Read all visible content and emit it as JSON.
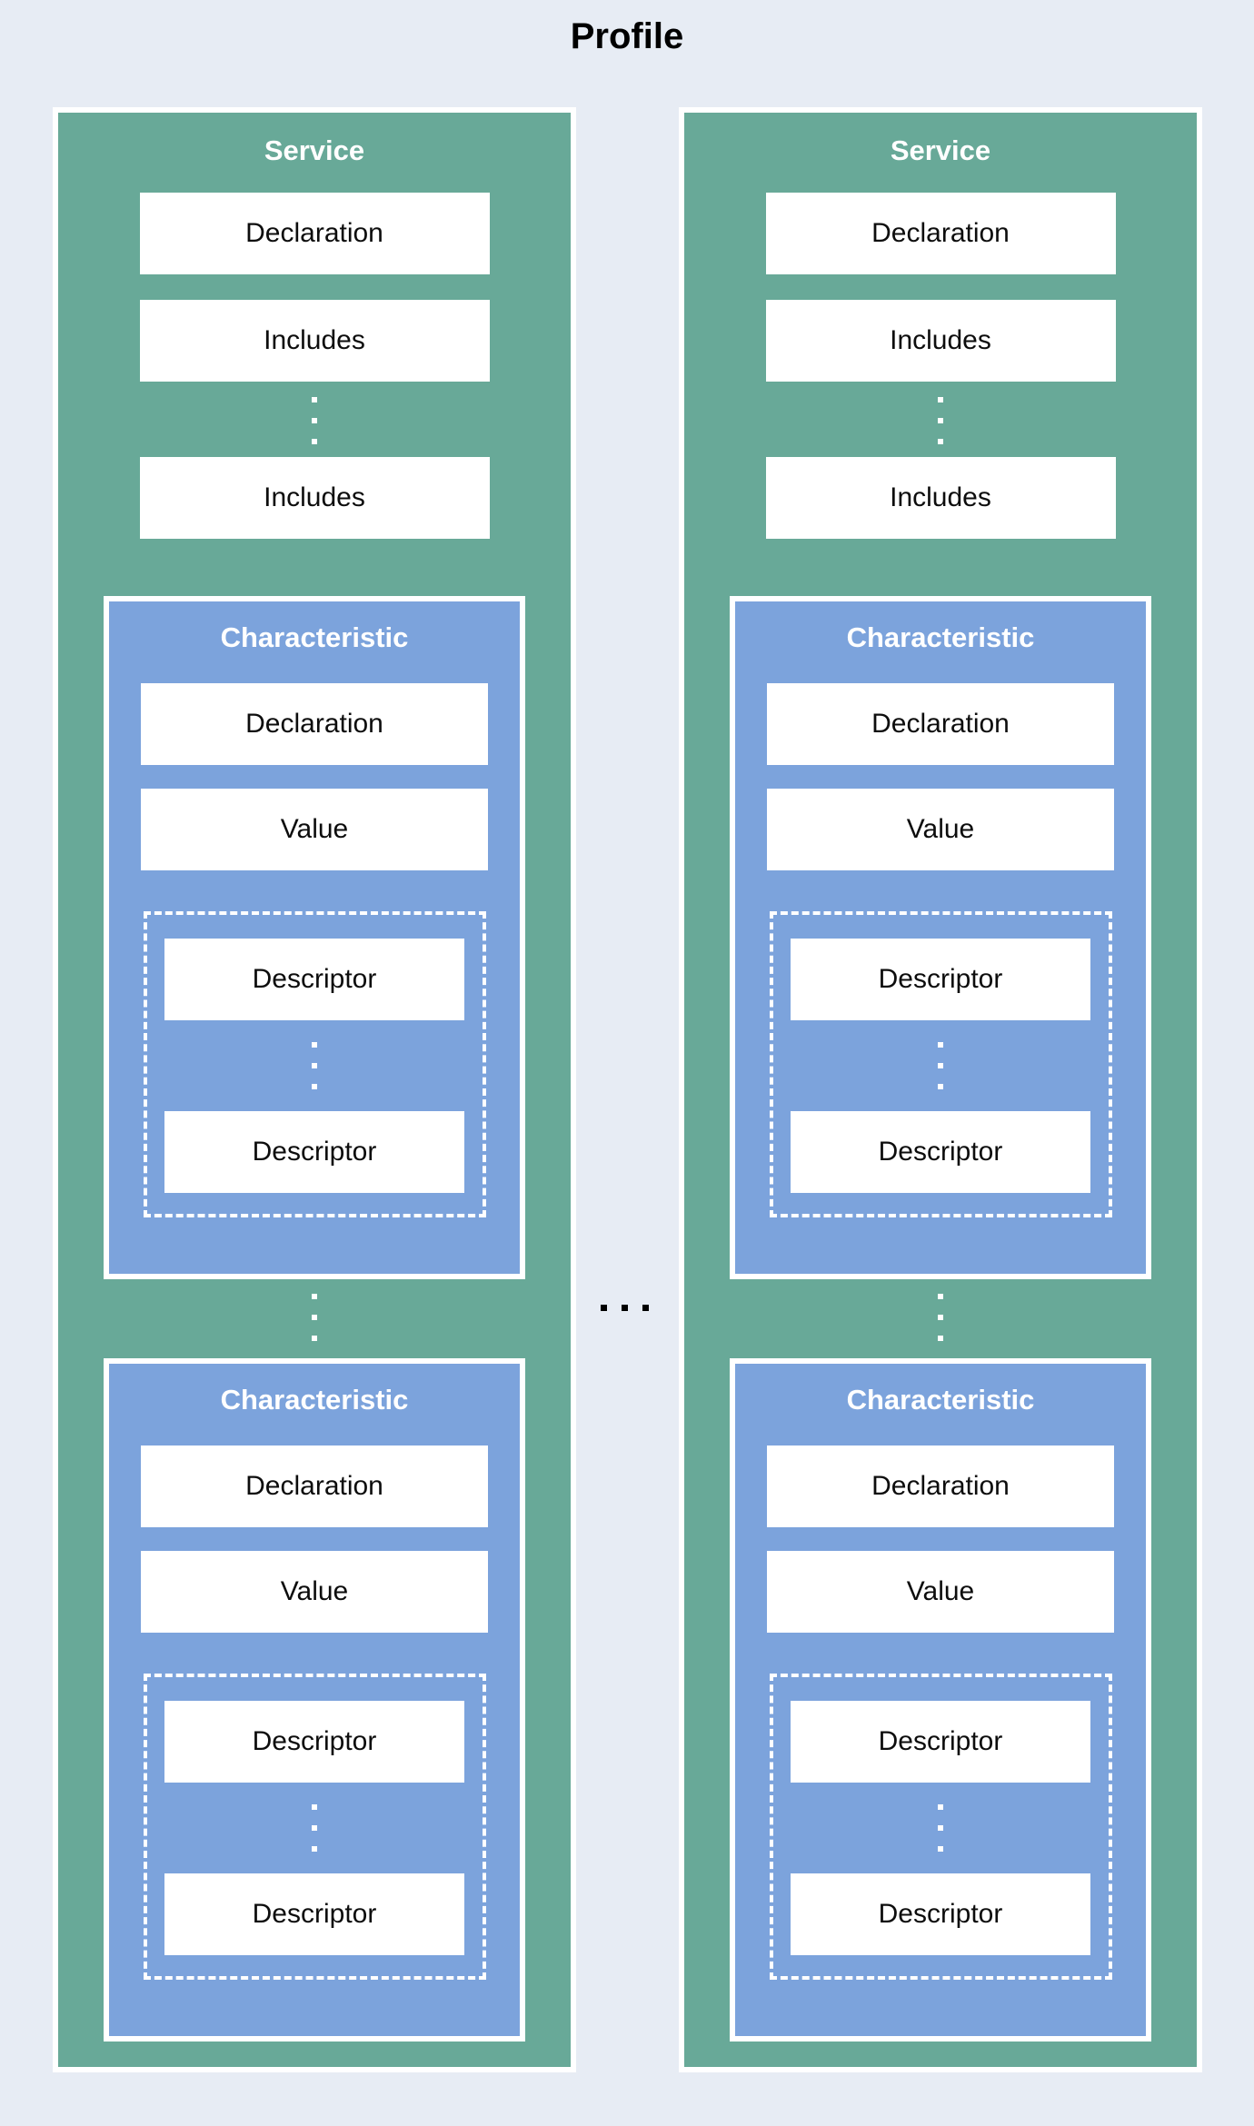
{
  "title": "Profile",
  "colors": {
    "background": "#e7ecf4",
    "service_fill": "#68a998",
    "characteristic_fill": "#7ca3dc",
    "box_fill": "#ffffff",
    "border": "#ffffff",
    "title_text": "#000000",
    "header_text": "#ffffff",
    "box_text": "#0d0d0d",
    "ellipsis_dot": "#000000"
  },
  "icons": {
    "vertical_ellipsis": "vertical dotted ellipsis (3 square dots)",
    "horizontal_ellipsis": "horizontal ellipsis (3 square dots)"
  },
  "services": [
    {
      "title": "Service",
      "declaration": "Declaration",
      "includes": [
        "Includes",
        "Includes"
      ],
      "characteristics": [
        {
          "title": "Characteristic",
          "declaration": "Declaration",
          "value": "Value",
          "descriptors": [
            "Descriptor",
            "Descriptor"
          ]
        },
        {
          "title": "Characteristic",
          "declaration": "Declaration",
          "value": "Value",
          "descriptors": [
            "Descriptor",
            "Descriptor"
          ]
        }
      ]
    },
    {
      "title": "Service",
      "declaration": "Declaration",
      "includes": [
        "Includes",
        "Includes"
      ],
      "characteristics": [
        {
          "title": "Characteristic",
          "declaration": "Declaration",
          "value": "Value",
          "descriptors": [
            "Descriptor",
            "Descriptor"
          ]
        },
        {
          "title": "Characteristic",
          "declaration": "Declaration",
          "value": "Value",
          "descriptors": [
            "Descriptor",
            "Descriptor"
          ]
        }
      ]
    }
  ]
}
